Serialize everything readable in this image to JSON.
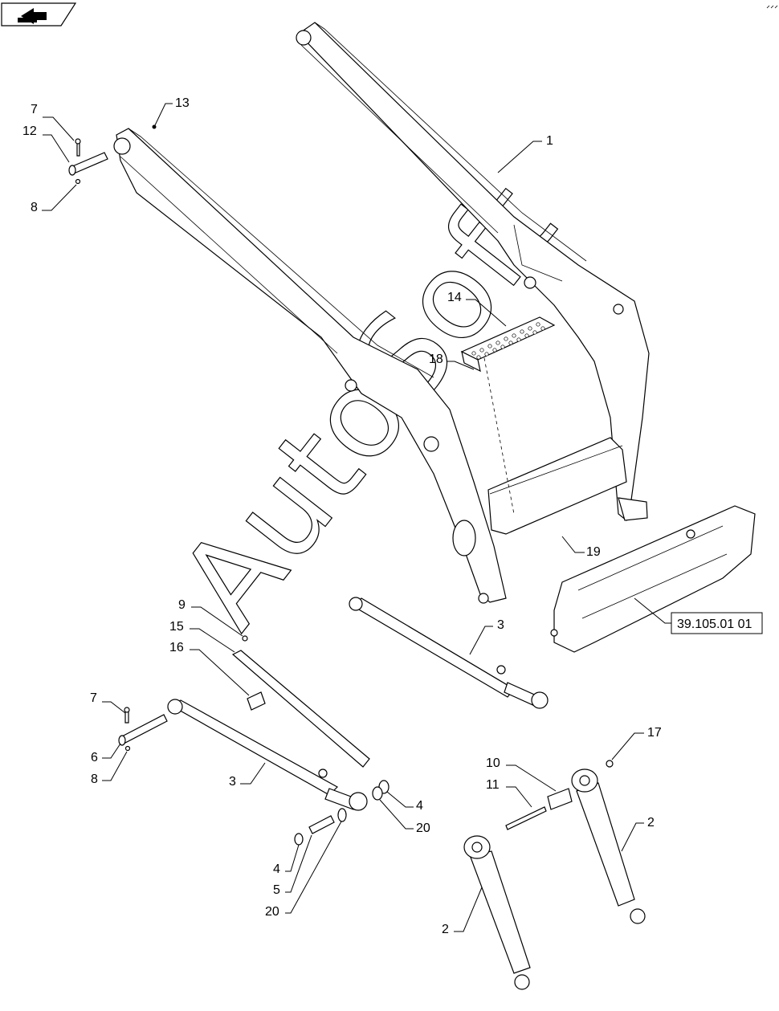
{
  "callouts": {
    "c1": "1",
    "c2a": "2",
    "c2b": "2",
    "c3a": "3",
    "c3b": "3",
    "c4a": "4",
    "c4b": "4",
    "c5": "5",
    "c6": "6",
    "c7a": "7",
    "c7b": "7",
    "c8a": "8",
    "c8b": "8",
    "c9": "9",
    "c10": "10",
    "c11": "11",
    "c12": "12",
    "c13": "13",
    "c14": "14",
    "c15": "15",
    "c16": "16",
    "c17": "17",
    "c18": "18",
    "c19": "19",
    "c20a": "20",
    "c20b": "20"
  },
  "reference_box": "39.105.01 01",
  "watermark": "AutoSoft",
  "icons": {
    "nav": "back-arrow-icon",
    "corner": "corner-mark-icon"
  }
}
